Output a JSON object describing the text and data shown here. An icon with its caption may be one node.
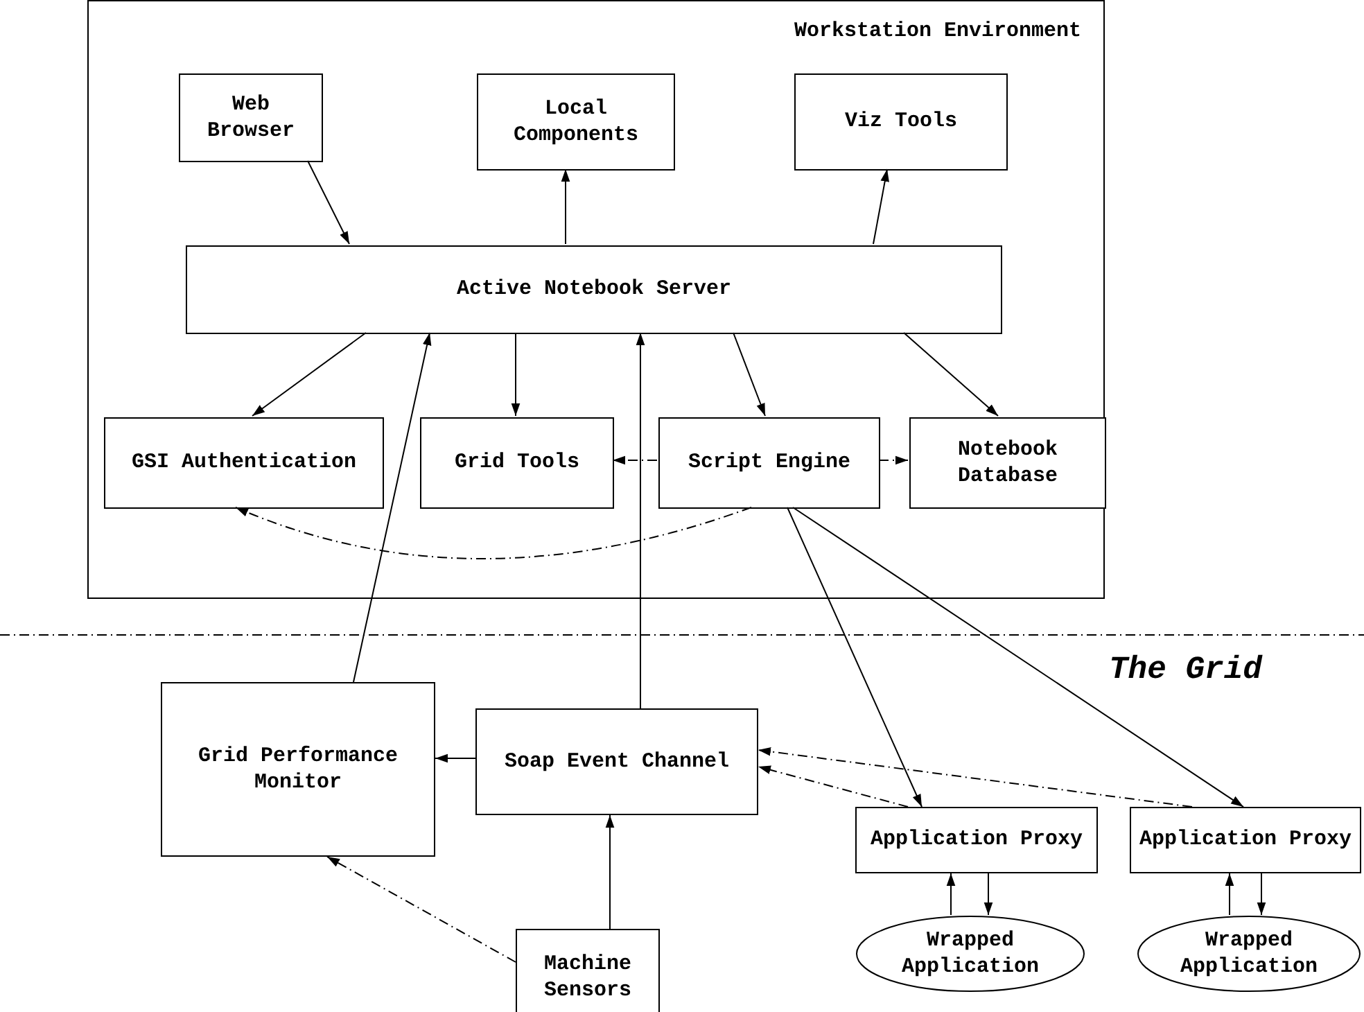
{
  "diagram": {
    "nodes": [
      {
        "text": [
          "Workstation Environment"
        ]
      },
      {
        "text": [
          "Web Browser"
        ],
        "in": 0
      },
      {
        "text": [
          "Local Components"
        ],
        "in": 0
      },
      {
        "text": [
          "Viz Tools"
        ],
        "in": 0
      },
      {
        "text": [
          "Active Notebook Server"
        ],
        "in": 0
      },
      {
        "text": [
          "GSI Authentication"
        ],
        "in": 0
      },
      {
        "text": [
          "Grid Tools"
        ],
        "in": 0
      },
      {
        "text": [
          "Script Engine"
        ],
        "in": 0
      },
      {
        "text": [
          "Notebook Database"
        ],
        "in": 0
      },
      {
        "text": [
          "Grid Performance Monitor"
        ]
      },
      {
        "text": [
          "Soap Event Channel"
        ]
      },
      {
        "text": [
          "Application Proxy"
        ]
      },
      {
        "text": [
          "Application Proxy"
        ]
      },
      {
        "text": [
          "Wrapped Application"
        ]
      },
      {
        "text": [
          "Wrapped Application"
        ]
      },
      {
        "text": [
          "Machine Sensors"
        ]
      }
    ],
    "edges": [
      {
        "from": 1,
        "to": 4,
        "arrow": "to"
      },
      {
        "from": 4,
        "to": 2,
        "arrow": "to"
      },
      {
        "from": 4,
        "to": 3,
        "arrow": "to"
      },
      {
        "from": 4,
        "to": 5,
        "arrow": "to"
      },
      {
        "from": 9,
        "to": 4,
        "arrow": "to"
      },
      {
        "from": 4,
        "to": 6,
        "arrow": "to"
      },
      {
        "from": 10,
        "to": 4,
        "arrow": "to"
      },
      {
        "from": 4,
        "to": 7,
        "arrow": "to"
      },
      {
        "from": 4,
        "to": 8,
        "arrow": "to"
      },
      {
        "from": 7,
        "to": 6,
        "arrow": "to",
        "style": "dashed"
      },
      {
        "from": 7,
        "to": 8,
        "arrow": "to",
        "style": "dashed"
      },
      {
        "from": 7,
        "to": 5,
        "arrow": "to",
        "style": "dashed"
      },
      {
        "from": 7,
        "to": 11,
        "arrow": "to"
      },
      {
        "from": 7,
        "to": 12,
        "arrow": "to"
      },
      {
        "from": 11,
        "to": 10,
        "arrow": "to",
        "style": "dashed"
      },
      {
        "from": 12,
        "to": 10,
        "arrow": "to",
        "style": "dashed"
      },
      {
        "from": 10,
        "to": 9,
        "arrow": "to"
      },
      {
        "from": 15,
        "to": 10,
        "arrow": "to"
      },
      {
        "from": 15,
        "to": 9,
        "arrow": "to",
        "style": "dashed"
      },
      {
        "from": 13,
        "to": 11,
        "arrow": "to"
      },
      {
        "from": 11,
        "to": 13,
        "arrow": "to"
      },
      {
        "from": 14,
        "to": 12,
        "arrow": "to"
      },
      {
        "from": 12,
        "to": 14,
        "arrow": "to"
      }
    ],
    "labels": [
      "The Grid"
    ]
  }
}
